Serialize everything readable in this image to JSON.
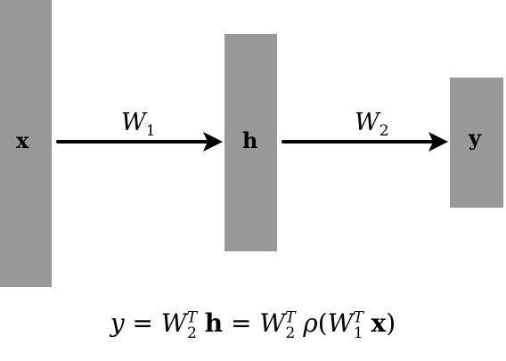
{
  "diagram": {
    "nodes": [
      {
        "id": "x",
        "label": "x"
      },
      {
        "id": "h",
        "label": "h"
      },
      {
        "id": "y",
        "label": "y"
      }
    ],
    "edges": [
      {
        "from": "x",
        "to": "h",
        "label": "W",
        "subscript": "1"
      },
      {
        "from": "h",
        "to": "y",
        "label": "W",
        "subscript": "2"
      }
    ],
    "colors": {
      "block": "#999999",
      "arrow": "#000000",
      "background": "#ffffff"
    }
  },
  "formula": {
    "text": "y = W_2^T h = W_2^T ρ(W_1^T x)",
    "y": "y",
    "eq": "=",
    "W": "W",
    "sub1": "1",
    "sub2": "2",
    "T": "T",
    "h": "h",
    "rho": "ρ",
    "lparen": "(",
    "rparen": ")",
    "x": "x"
  }
}
